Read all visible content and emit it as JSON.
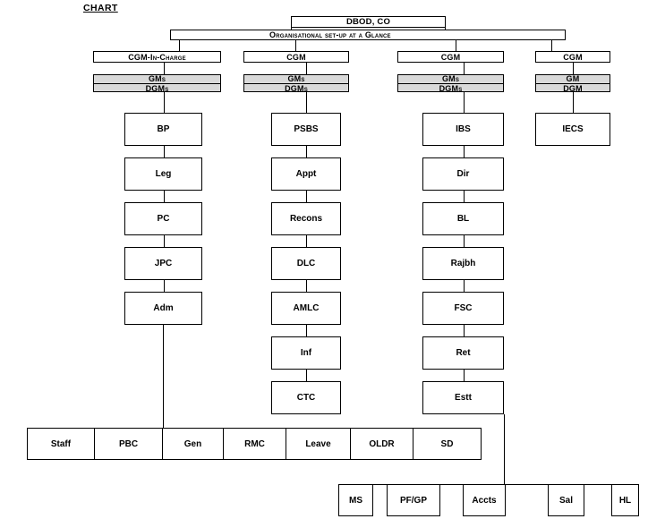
{
  "title": "CHART",
  "root_label": "DBOD, CO",
  "banner_label": "Organisational set-up at a Glance",
  "divisions": [
    {
      "head": "CGM-In-Charge",
      "officers": [
        "GMs",
        "DGMs"
      ],
      "units": [
        "BP",
        "Leg",
        "PC",
        "JPC",
        "Adm"
      ]
    },
    {
      "head": "CGM",
      "officers": [
        "GMs",
        "DGMs"
      ],
      "units": [
        "PSBS",
        "Appt",
        "Recons",
        "DLC",
        "AMLC",
        "Inf",
        "CTC"
      ]
    },
    {
      "head": "CGM",
      "officers": [
        "GMs",
        "DGMs"
      ],
      "units": [
        "IBS",
        "Dir",
        "BL",
        "Rajbh",
        "FSC",
        "Ret",
        "Estt"
      ]
    },
    {
      "head": "CGM",
      "officers": [
        "GM",
        "DGM"
      ],
      "units": [
        "IECS"
      ]
    }
  ],
  "adm_subunits": [
    "Staff",
    "PBC",
    "Gen",
    "RMC",
    "Leave",
    "OLDR",
    "SD"
  ],
  "estt_subunits": [
    "MS",
    "PF/GP",
    "Accts",
    "Sal",
    "HL"
  ],
  "colors": {
    "box_fill": "#ffffff",
    "officer_box_fill": "#d9d9d9",
    "line": "#000000"
  }
}
